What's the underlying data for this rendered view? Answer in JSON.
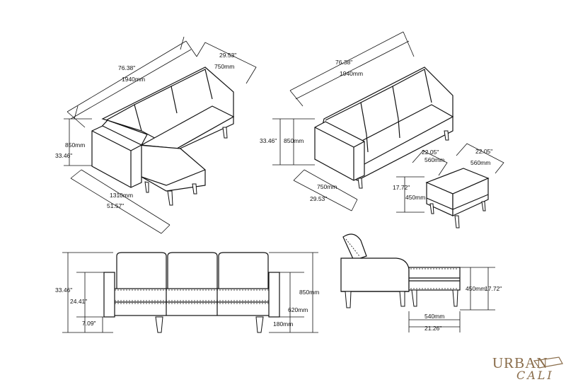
{
  "views": {
    "sectional_iso": {
      "length_in": "76.38\"",
      "length_mm": "1940mm",
      "depth_in": "29.53\"",
      "depth_mm": "750mm",
      "height_mm": "850mm",
      "height_in": "33.46\"",
      "chaise_mm": "1310mm",
      "chaise_in": "51.57\""
    },
    "sofa_iso": {
      "length_in": "76.38\"",
      "length_mm": "1940mm",
      "height_in": "33.46\"",
      "height_mm": "850mm",
      "depth_mm": "750mm",
      "depth_in": "29.53\""
    },
    "ottoman_iso": {
      "width_in": "22.05\"",
      "width_mm": "560mm",
      "depth_in": "22.05\"",
      "depth_mm": "560mm",
      "height_in": "17.72\"",
      "height_mm": "450mm"
    },
    "front_view": {
      "total_height_in": "33.46\"",
      "arm_height_in": "24.41\"",
      "leg_height_in": "7.09\"",
      "total_height_mm": "850mm",
      "arm_height_mm": "620mm",
      "leg_height_mm": "180mm"
    },
    "side_view": {
      "seat_height_mm": "450mm",
      "seat_height_in": "17.72\"",
      "ottoman_depth_mm": "540mm",
      "ottoman_depth_in": "21.26\""
    }
  },
  "brand": {
    "name_top": "URBAN",
    "name_bottom": "CALI",
    "color": "#8a6d4b"
  }
}
